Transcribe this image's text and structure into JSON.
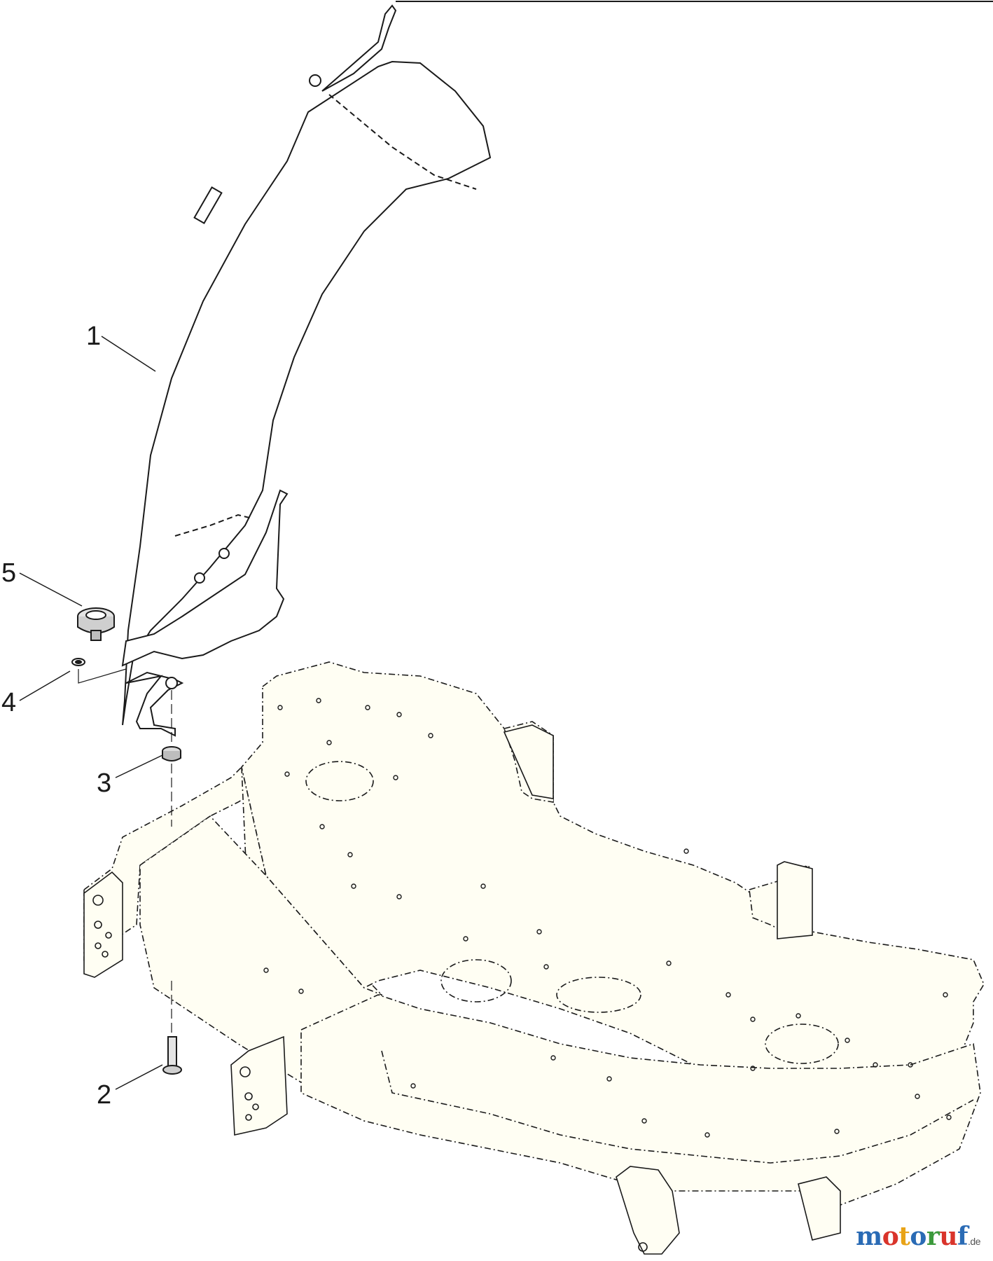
{
  "callouts": [
    {
      "label": "1",
      "part": "discharge-chute"
    },
    {
      "label": "2",
      "part": "bolt"
    },
    {
      "label": "3",
      "part": "flange-nut"
    },
    {
      "label": "4",
      "part": "washer"
    },
    {
      "label": "5",
      "part": "knob"
    }
  ],
  "watermark": {
    "letters": [
      "m",
      "o",
      "t",
      "o",
      "r",
      "u",
      "f"
    ],
    "colors": [
      "#2a6bb5",
      "#d9342b",
      "#e8a317",
      "#2a6bb5",
      "#3c9a3c",
      "#d9342b",
      "#2a6bb5"
    ],
    "tld": ".de"
  },
  "colors": {
    "line": "#1a1a1a",
    "deck_fill": "#fffef3",
    "chute_fill": "#ffffff"
  }
}
